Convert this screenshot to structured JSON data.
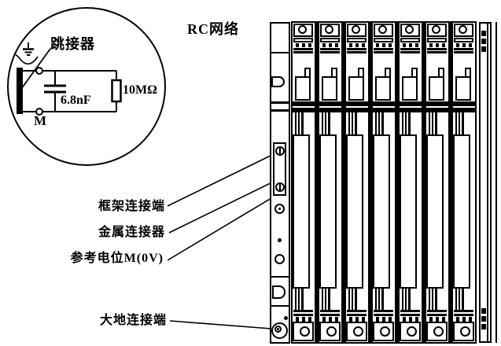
{
  "diagram": {
    "inset": {
      "jumper_label": "跳接器",
      "capacitor_value": "6.8nF",
      "resistor_value": "10MΩ",
      "terminal_label": "M"
    },
    "rack": {
      "title": "RC网络",
      "module_count": 7
    },
    "callouts": {
      "frame_terminal": "框架连接端",
      "metal_connector": "金属连接器",
      "reference_potential": "参考电位M(0V)",
      "earth_terminal": "大地连接端"
    },
    "colors": {
      "line": "#000000",
      "background": "#ffffff"
    }
  }
}
